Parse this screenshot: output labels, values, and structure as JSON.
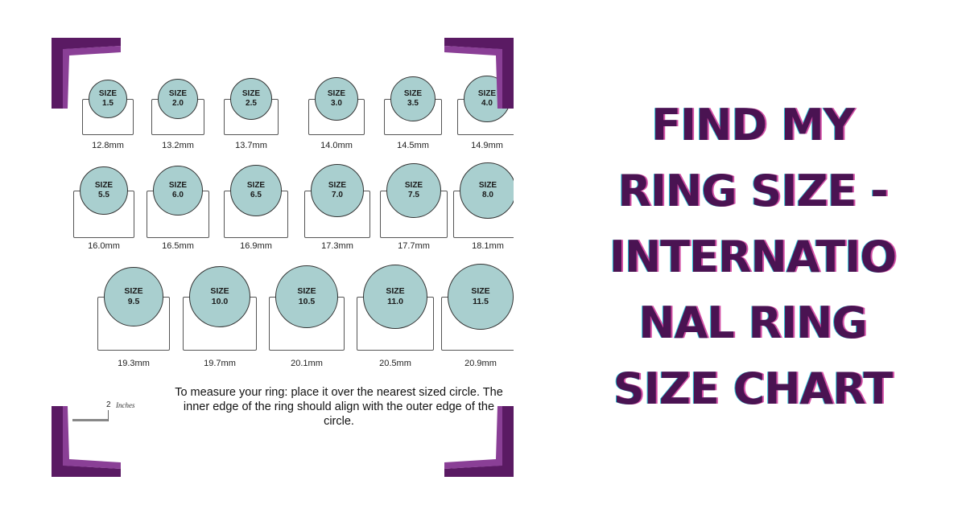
{
  "title": "FIND MY\nRING SIZE -\nINTERNATIO\nNAL RING\nSIZE CHART",
  "size_word": "SIZE",
  "row1": [
    {
      "size": "1.5",
      "mm": "12.8mm"
    },
    {
      "size": "2.0",
      "mm": "13.2mm"
    },
    {
      "size": "2.5",
      "mm": "13.7mm"
    },
    {
      "size": "3.0",
      "mm": "14.0mm"
    },
    {
      "size": "3.5",
      "mm": "14.5mm"
    },
    {
      "size": "4.0",
      "mm": "14.9mm"
    }
  ],
  "row2": [
    {
      "size": "5.5",
      "mm": "16.0mm"
    },
    {
      "size": "6.0",
      "mm": "16.5mm"
    },
    {
      "size": "6.5",
      "mm": "16.9mm"
    },
    {
      "size": "7.0",
      "mm": "17.3mm"
    },
    {
      "size": "7.5",
      "mm": "17.7mm"
    },
    {
      "size": "8.0",
      "mm": "18.1mm"
    }
  ],
  "row3": [
    {
      "size": "9.5",
      "mm": "19.3mm"
    },
    {
      "size": "10.0",
      "mm": "19.7mm"
    },
    {
      "size": "10.5",
      "mm": "20.1mm"
    },
    {
      "size": "11.0",
      "mm": "20.5mm"
    },
    {
      "size": "11.5",
      "mm": "20.9mm"
    }
  ],
  "instructions": "To measure your ring: place it over the nearest sized circle. The inner edge of the ring should align with the outer edge of the circle.",
  "scale_number": "2",
  "scale_unit": "Inches",
  "colors": {
    "circle_fill": "#a9cfcf",
    "frame_dark": "#5a1a63",
    "frame_light": "#8a3f96",
    "title": "#4a1352"
  }
}
